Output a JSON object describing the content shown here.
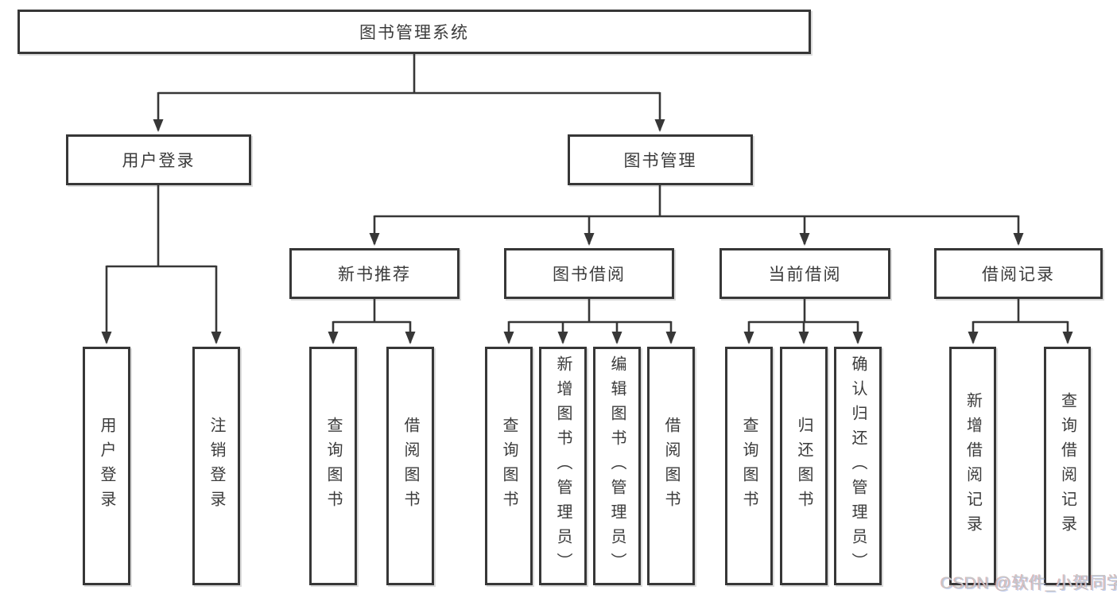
{
  "diagram": {
    "root": {
      "label": "图书管理系统"
    },
    "level2": [
      {
        "id": "user-login",
        "label": "用户登录"
      },
      {
        "id": "book-management",
        "label": "图书管理"
      }
    ],
    "level3": [
      {
        "id": "new-book-recommend",
        "label": "新书推荐",
        "parent": "book-management"
      },
      {
        "id": "book-borrow",
        "label": "图书借阅",
        "parent": "book-management"
      },
      {
        "id": "current-borrow",
        "label": "当前借阅",
        "parent": "book-management"
      },
      {
        "id": "borrow-records",
        "label": "借阅记录",
        "parent": "book-management"
      }
    ],
    "leaves": [
      {
        "label": "用户登录",
        "parent": "user-login"
      },
      {
        "label": "注销登录",
        "parent": "user-login"
      },
      {
        "label": "查询图书",
        "parent": "new-book-recommend"
      },
      {
        "label": "借阅图书",
        "parent": "new-book-recommend"
      },
      {
        "label": "查询图书",
        "parent": "book-borrow"
      },
      {
        "label": "新增图书（管理员）",
        "parent": "book-borrow"
      },
      {
        "label": "编辑图书（管理员）",
        "parent": "book-borrow"
      },
      {
        "label": "借阅图书",
        "parent": "book-borrow"
      },
      {
        "label": "查询图书",
        "parent": "current-borrow"
      },
      {
        "label": "归还图书",
        "parent": "current-borrow"
      },
      {
        "label": "确认归还（管理员）",
        "parent": "current-borrow"
      },
      {
        "label": "新增借阅记录",
        "parent": "borrow-records"
      },
      {
        "label": "查询借阅记录",
        "parent": "borrow-records"
      }
    ],
    "colors": {
      "line": "#373737",
      "text": "#3b3b3b",
      "watermark": "#c7c7c7",
      "background": "#ffffff"
    }
  },
  "watermark": {
    "text": "CSDN @软件_小贺同学"
  }
}
